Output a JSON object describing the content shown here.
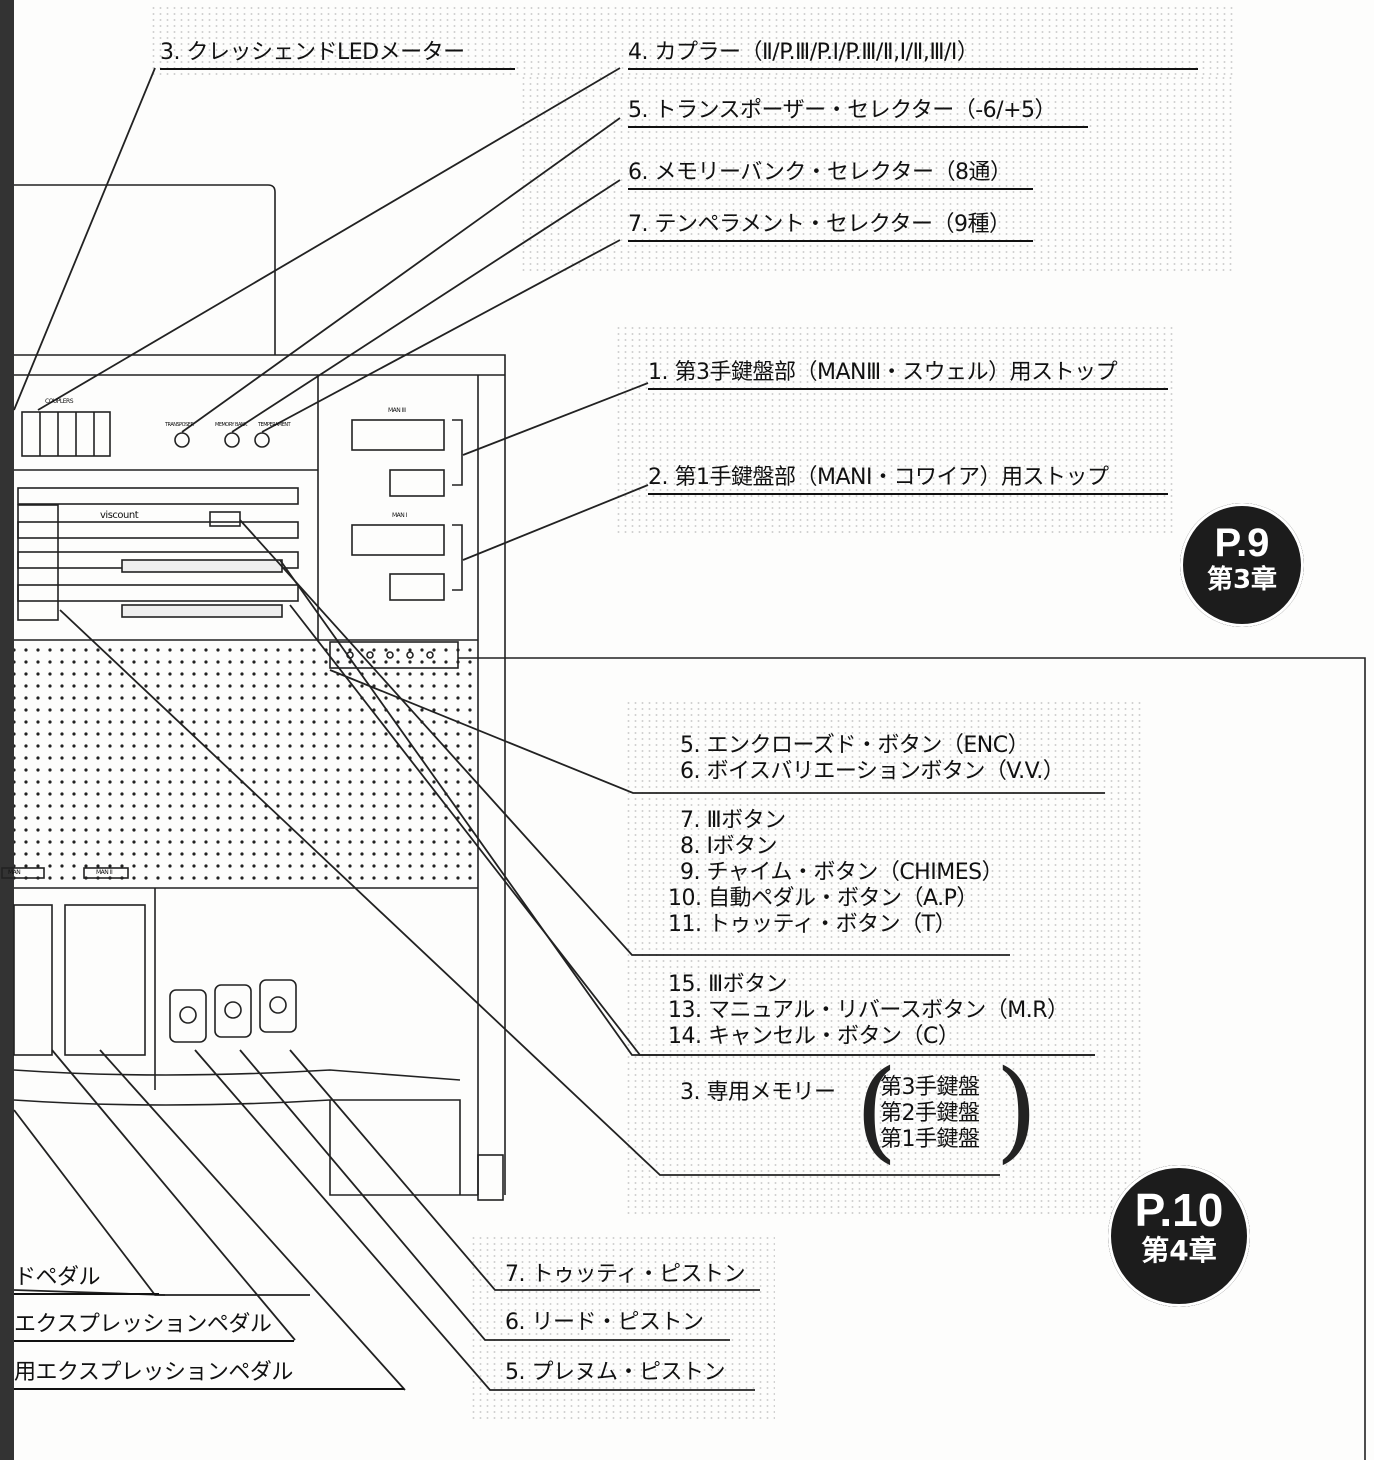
{
  "top_labels": [
    "3. クレッシェンドLEDメーター",
    "4. カプラー（Ⅱ/P.Ⅲ/P.Ⅰ/P.Ⅲ/Ⅱ,Ⅰ/Ⅱ,Ⅲ/Ⅰ）",
    "5. トランスポーザー・セレクター（-6/+5）",
    "6. メモリーバンク・セレクター（8通）",
    "7. テンペラメント・セレクター（9種）"
  ],
  "stop_labels": [
    "1. 第3手鍵盤部（MANⅢ・スウェル）用ストップ",
    "2. 第1手鍵盤部（MANⅠ・コワイア）用ストップ"
  ],
  "button_group_a": [
    "5. エンクローズド・ボタン（ENC）",
    "6. ボイスバリエーションボタン（V.V.）"
  ],
  "button_group_b": [
    "7. Ⅲボタン",
    "8. Ⅰボタン",
    "9. チャイム・ボタン（CHIMES）",
    "10. 自動ペダル・ボタン（A.P）",
    "11. トゥッティ・ボタン（T）"
  ],
  "button_group_c": [
    "15. Ⅲボタン",
    "13. マニュアル・リバースボタン（M.R）",
    "14. キャンセル・ボタン（C）"
  ],
  "memory": {
    "label": "3. 専用メモリー",
    "items": [
      "第3手鍵盤",
      "第2手鍵盤",
      "第1手鍵盤"
    ]
  },
  "pedal_labels_left": [
    "ドペダル",
    "エクスプレッションペダル",
    "用エクスプレッションペダル"
  ],
  "piston_labels": [
    "7. トゥッティ・ピストン",
    "6. リード・ピストン",
    "5. プレヌム・ピストン"
  ],
  "console_text": {
    "brand": "viscount",
    "coupler": "COUPLERS",
    "knob1": "TRANSPOSER",
    "knob2": "MEMORY BANK",
    "knob3": "TEMPERAMENT",
    "panel1": "MAN III",
    "panel2": "MAN I",
    "tab1": "MAN",
    "tab2": "MAN II"
  },
  "badges": [
    {
      "page": "P.9",
      "chapter": "第3章"
    },
    {
      "page": "P.10",
      "chapter": "第4章"
    }
  ]
}
